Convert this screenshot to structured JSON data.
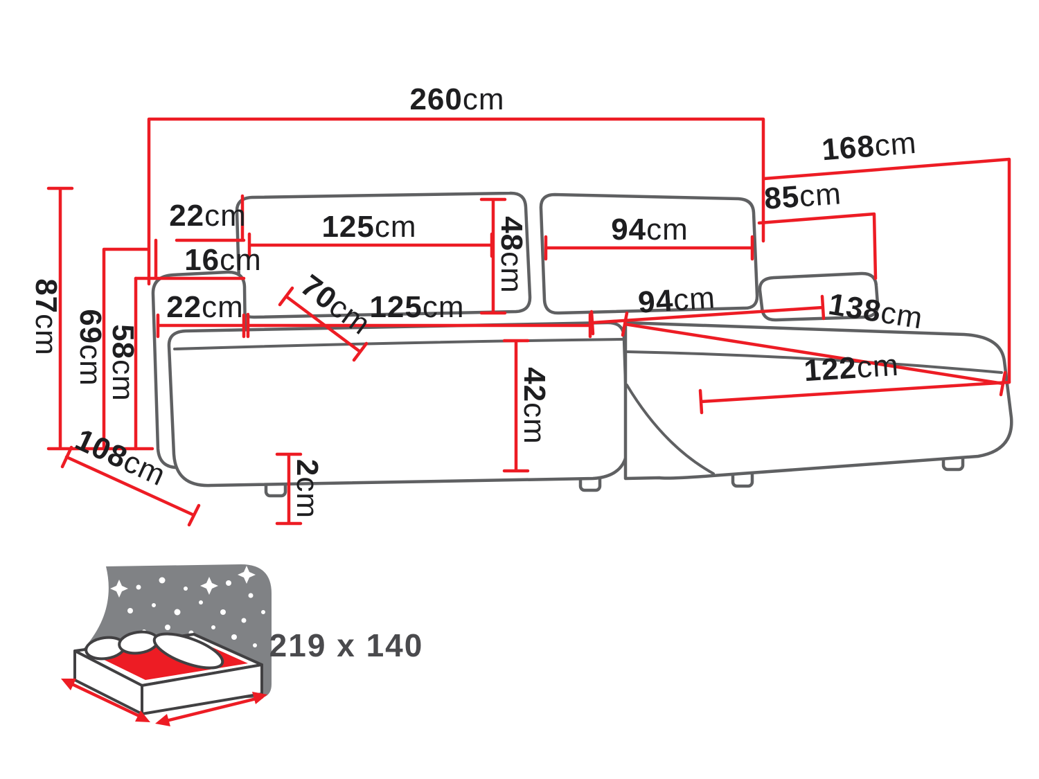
{
  "dims": {
    "total_width": {
      "v": "260",
      "u": "cm"
    },
    "chaise_total_depth": {
      "v": "168",
      "u": "cm"
    },
    "chaise_back_width": {
      "v": "85",
      "u": "cm"
    },
    "total_height": {
      "v": "87",
      "u": "cm"
    },
    "backrest_height": {
      "v": "69",
      "u": "cm"
    },
    "armrest_height": {
      "v": "58",
      "u": "cm"
    },
    "base_depth": {
      "v": "108",
      "u": "cm"
    },
    "cushion_top_offset": {
      "v": "22",
      "u": "cm"
    },
    "backrest_thickness": {
      "v": "16",
      "u": "cm"
    },
    "armrest_width": {
      "v": "22",
      "u": "cm"
    },
    "back_cushion_left_width": {
      "v": "125",
      "u": "cm"
    },
    "back_cushion_height": {
      "v": "48",
      "u": "cm"
    },
    "back_cushion_right_width": {
      "v": "94",
      "u": "cm"
    },
    "seat_width": {
      "v": "125",
      "u": "cm"
    },
    "seat_depth": {
      "v": "70",
      "u": "cm"
    },
    "chaise_seat_width": {
      "v": "94",
      "u": "cm"
    },
    "chaise_length": {
      "v": "138",
      "u": "cm"
    },
    "chaise_front_length": {
      "v": "122",
      "u": "cm"
    },
    "seat_height": {
      "v": "42",
      "u": "cm"
    },
    "leg_height": {
      "v": "2",
      "u": "cm"
    }
  },
  "sleeping_area": {
    "size_label": "219 x 140"
  },
  "colors": {
    "dimension_red": "#ed1c24",
    "sofa_outline_gray": "#5f6062",
    "label_black": "#1e1e20",
    "icon_gray": "#808285",
    "sleeping_label_gray": "#4a4a4d"
  }
}
